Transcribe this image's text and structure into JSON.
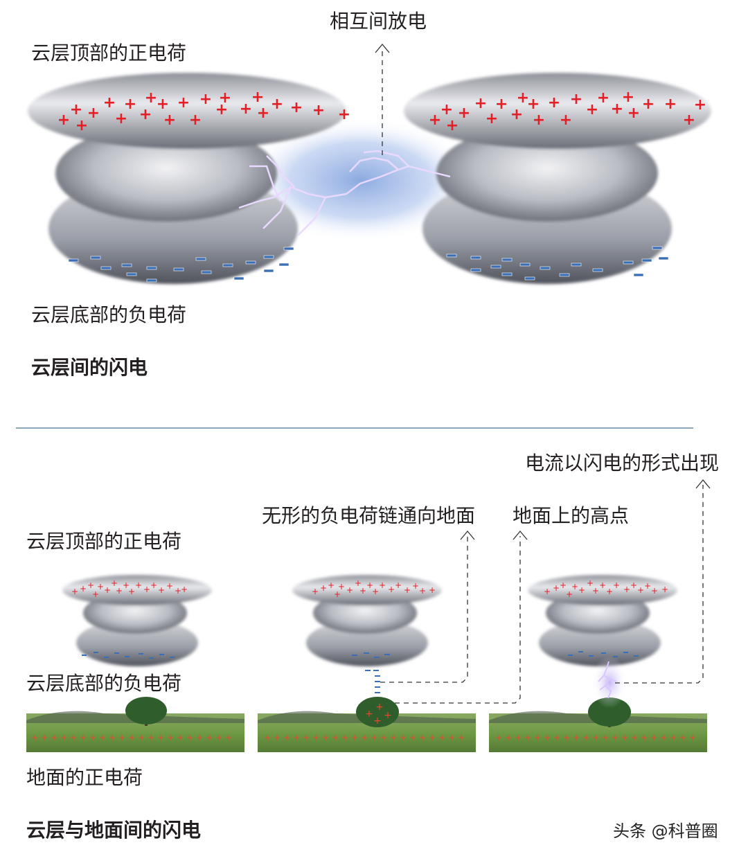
{
  "top_section": {
    "title": "云层间的闪电",
    "label_top_charge": "云层顶部的正电荷",
    "label_bottom_charge": "云层底部的负电荷",
    "label_discharge": "相互间放电"
  },
  "bottom_section": {
    "title": "云层与地面间的闪电",
    "label_top_charge": "云层顶部的正电荷",
    "label_bottom_charge": "云层底部的负电荷",
    "label_ground_charge": "地面的正电荷",
    "label_leader": "无形的负电荷链通向地面",
    "label_high_point": "地面上的高点",
    "label_current": "电流以闪电的形式出现"
  },
  "watermark": "头条 @科普圈",
  "colors": {
    "positive_charge": "#e31e24",
    "negative_charge": "#3a6fb5",
    "lightning": "#e9d8ff",
    "lightning_glow": "#9fb8e8",
    "separator": "#8aa6b8",
    "grass": "#6f9a45"
  },
  "charge_symbols": {
    "positive": "+",
    "negative": "−"
  }
}
